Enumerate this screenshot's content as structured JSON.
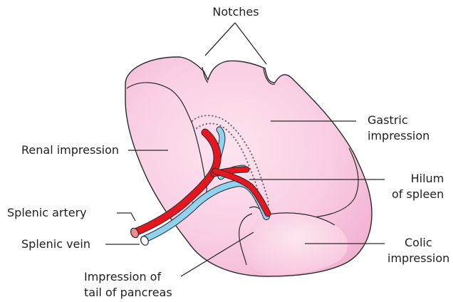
{
  "diagram": {
    "labels": {
      "notches": "Notches",
      "gastric_1": "Gastric",
      "gastric_2": "impression",
      "renal": "Renal impression",
      "hilum_1": "Hilum",
      "hilum_2": "of spleen",
      "splenic_artery": "Splenic artery",
      "splenic_vein": "Splenic vein",
      "colic_1": "Colic",
      "colic_2": "impression",
      "pancreas_1": "Impression of",
      "pancreas_2": "tail of pancreas"
    },
    "colors": {
      "spleen_fill": "#f9c6df",
      "spleen_light": "#fde2ef",
      "outline": "#2a2a2a",
      "artery": "#e4161f",
      "vein": "#8fd3f0",
      "leader": "#2a2a2a"
    }
  }
}
